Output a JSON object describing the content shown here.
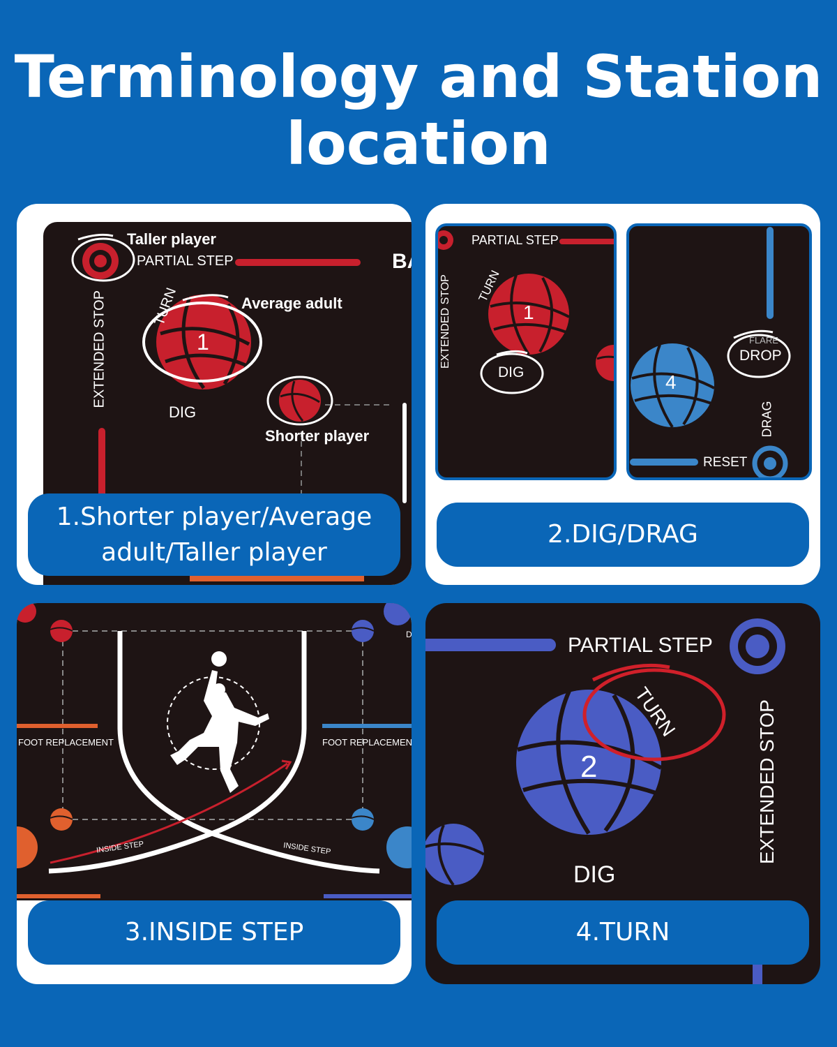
{
  "title": {
    "line1": "Terminology and Station",
    "line2": "location"
  },
  "panel1": {
    "labels": {
      "taller": "Taller player",
      "partial_step": "PARTIAL STEP",
      "extended_stop": "EXTENDED STOP",
      "turn": "TURN",
      "average": "Average adult",
      "ball_number": "1",
      "dig": "DIG",
      "shorter": "Shorter player",
      "cut_text": "BA"
    },
    "caption": {
      "line1": "1.Shorter player/Average",
      "line2": "adult/Taller player"
    }
  },
  "panel2": {
    "left": {
      "partial_step": "PARTIAL STEP",
      "extended_stop": "EXTENDED STOP",
      "turn": "TURN",
      "ball_number": "1",
      "dig": "DIG"
    },
    "right": {
      "flare": "FLARE",
      "drop": "DROP",
      "ball_number": "4",
      "drag": "DRAG",
      "reset": "RESET"
    },
    "caption": "2.DIG/DRAG"
  },
  "panel3": {
    "labels": {
      "foot_left": "FOOT REPLACEMENT",
      "foot_right": "FOOT REPLACEMENT",
      "inside_left": "INSIDE STEP",
      "inside_right": "INSIDE STEP",
      "edge_d": "D"
    },
    "caption": "3.INSIDE STEP"
  },
  "panel4": {
    "labels": {
      "partial_step": "PARTIAL STEP",
      "turn": "TURN",
      "ball_number": "2",
      "dig": "DIG",
      "extended_stop": "EXTENDED STOP"
    },
    "caption": "4.TURN"
  },
  "colors": {
    "background": "#0a66b7",
    "mat": "#1e1414",
    "red": "#c8202d",
    "blue": "#4a5cc4",
    "light_blue": "#3b86c9",
    "orange": "#e0602e"
  }
}
